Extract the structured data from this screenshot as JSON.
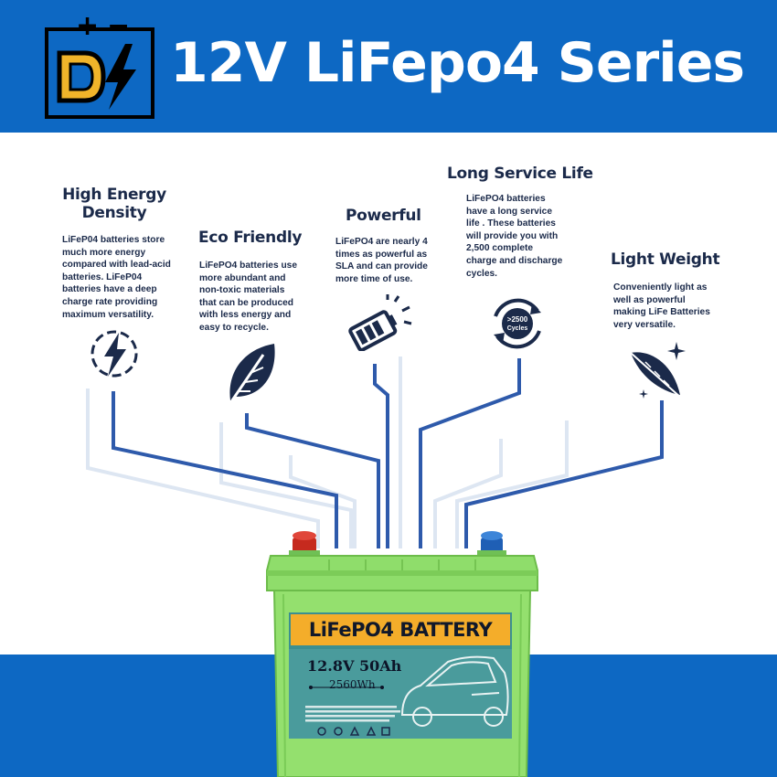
{
  "header": {
    "title": "12V LiFepo4 Series",
    "logo": {
      "plus": "+",
      "minus": "−",
      "letter": "D"
    }
  },
  "colors": {
    "blue": "#0d68c3",
    "navy": "#1b2a4a",
    "battery_green": "#92e070",
    "label_orange": "#f4ad2a",
    "label_teal": "#3b8f91"
  },
  "features": [
    {
      "title": "High Energy\nDensity",
      "icon": "lightning-circle-icon",
      "desc": "LiFeP04 batteries store\nmuch more energy\ncompared with lead-acid\nbatteries. LiFeP04\nbatteries have a deep\ncharge rate providing\nmaximum versatility."
    },
    {
      "title": "Eco Friendly",
      "icon": "leaf-icon",
      "desc": "LiFePO4 batteries use\nmore abundant and\nnon-toxic materials\nthat can be produced\nwith less energy and\neasy to recycle."
    },
    {
      "title": "Powerful",
      "icon": "battery-flash-icon",
      "desc": "LiFePO4 are nearly 4\ntimes as powerful as\nSLA and can provide\nmore time of use."
    },
    {
      "title": "Long Service Life",
      "icon": "cycle-arrows-icon",
      "icon_text": ">2500\nCycles",
      "desc": "LiFePO4 batteries\nhave a long service\nlife . These batteries\nwill provide you with\n2,500 complete\ncharge and discharge\ncycles."
    },
    {
      "title": "Light Weight",
      "icon": "feather-icon",
      "desc": "Conveniently light as\nwell as powerful\nmaking LiFe Batteries\nvery versatile."
    }
  ],
  "battery": {
    "label": "LiFePO4 BATTERY",
    "spec": "12.8V 50Ah",
    "energy": "2560Wh",
    "terminal_positive": "red",
    "terminal_negative": "blue"
  }
}
